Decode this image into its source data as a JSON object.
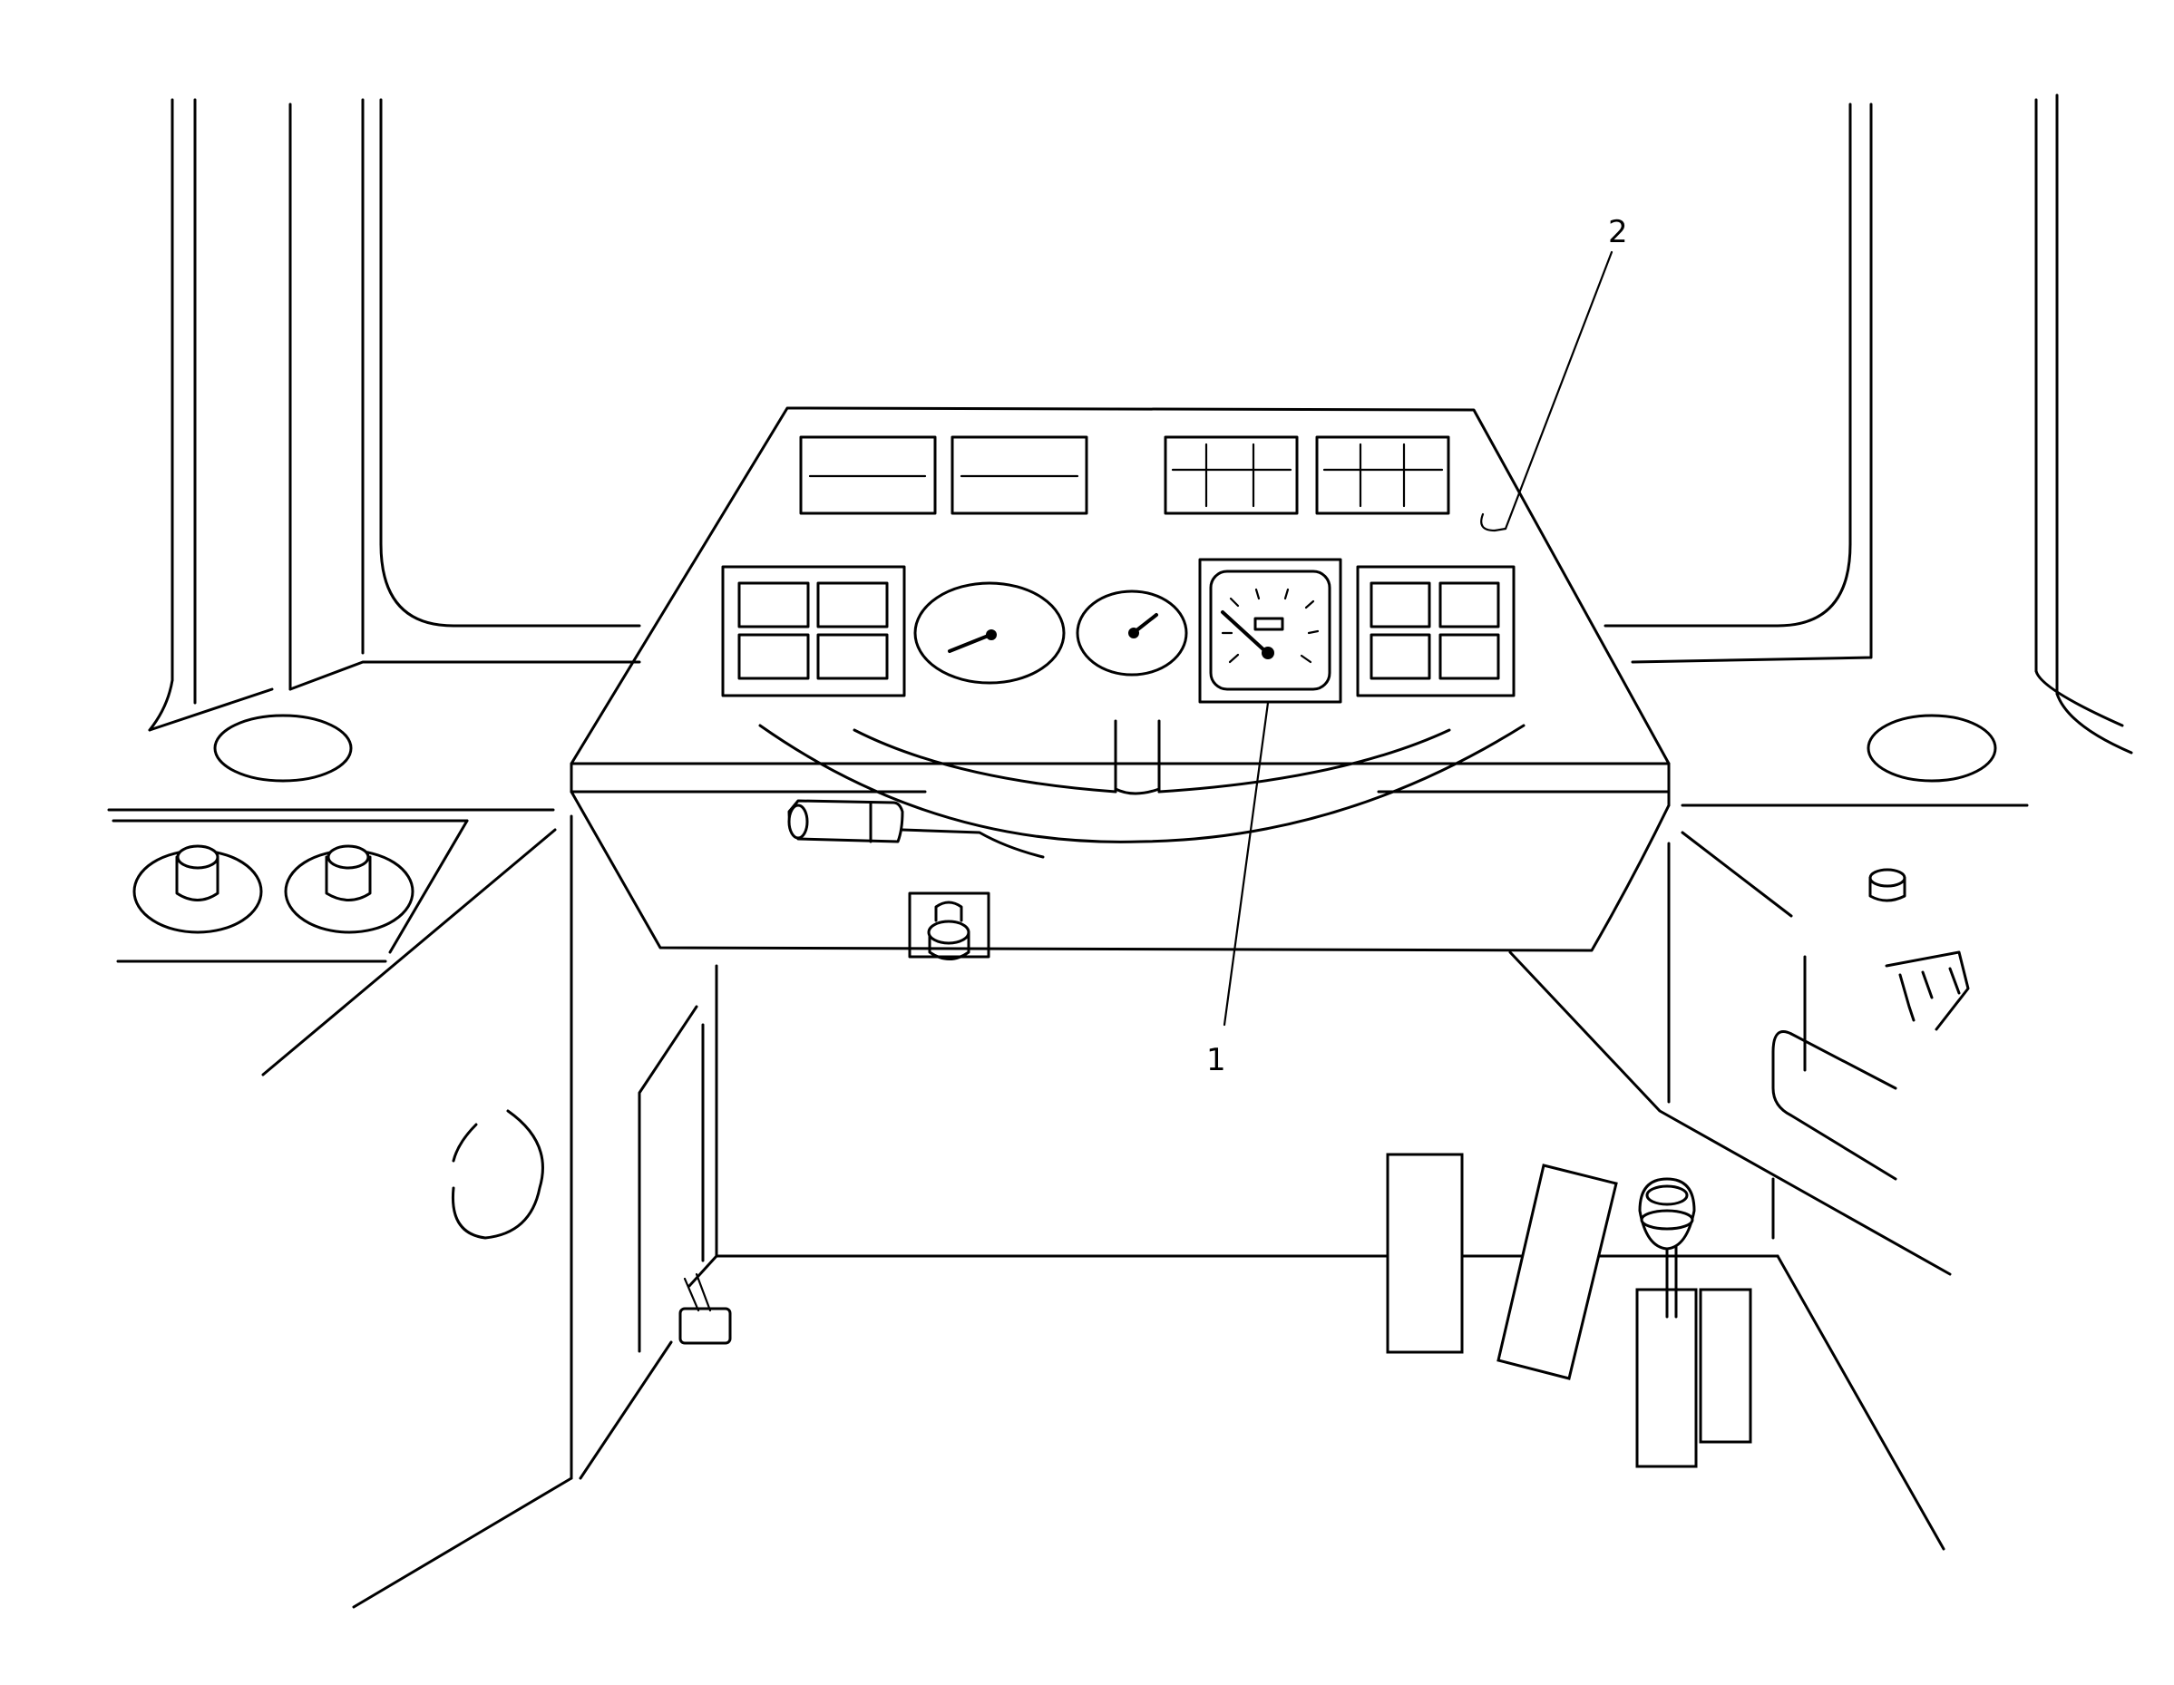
{
  "figure": {
    "callouts": [
      {
        "id": "1",
        "label": "1"
      },
      {
        "id": "2",
        "label": "2"
      }
    ]
  },
  "colors": {
    "line": "#000000",
    "background": "#ffffff"
  }
}
